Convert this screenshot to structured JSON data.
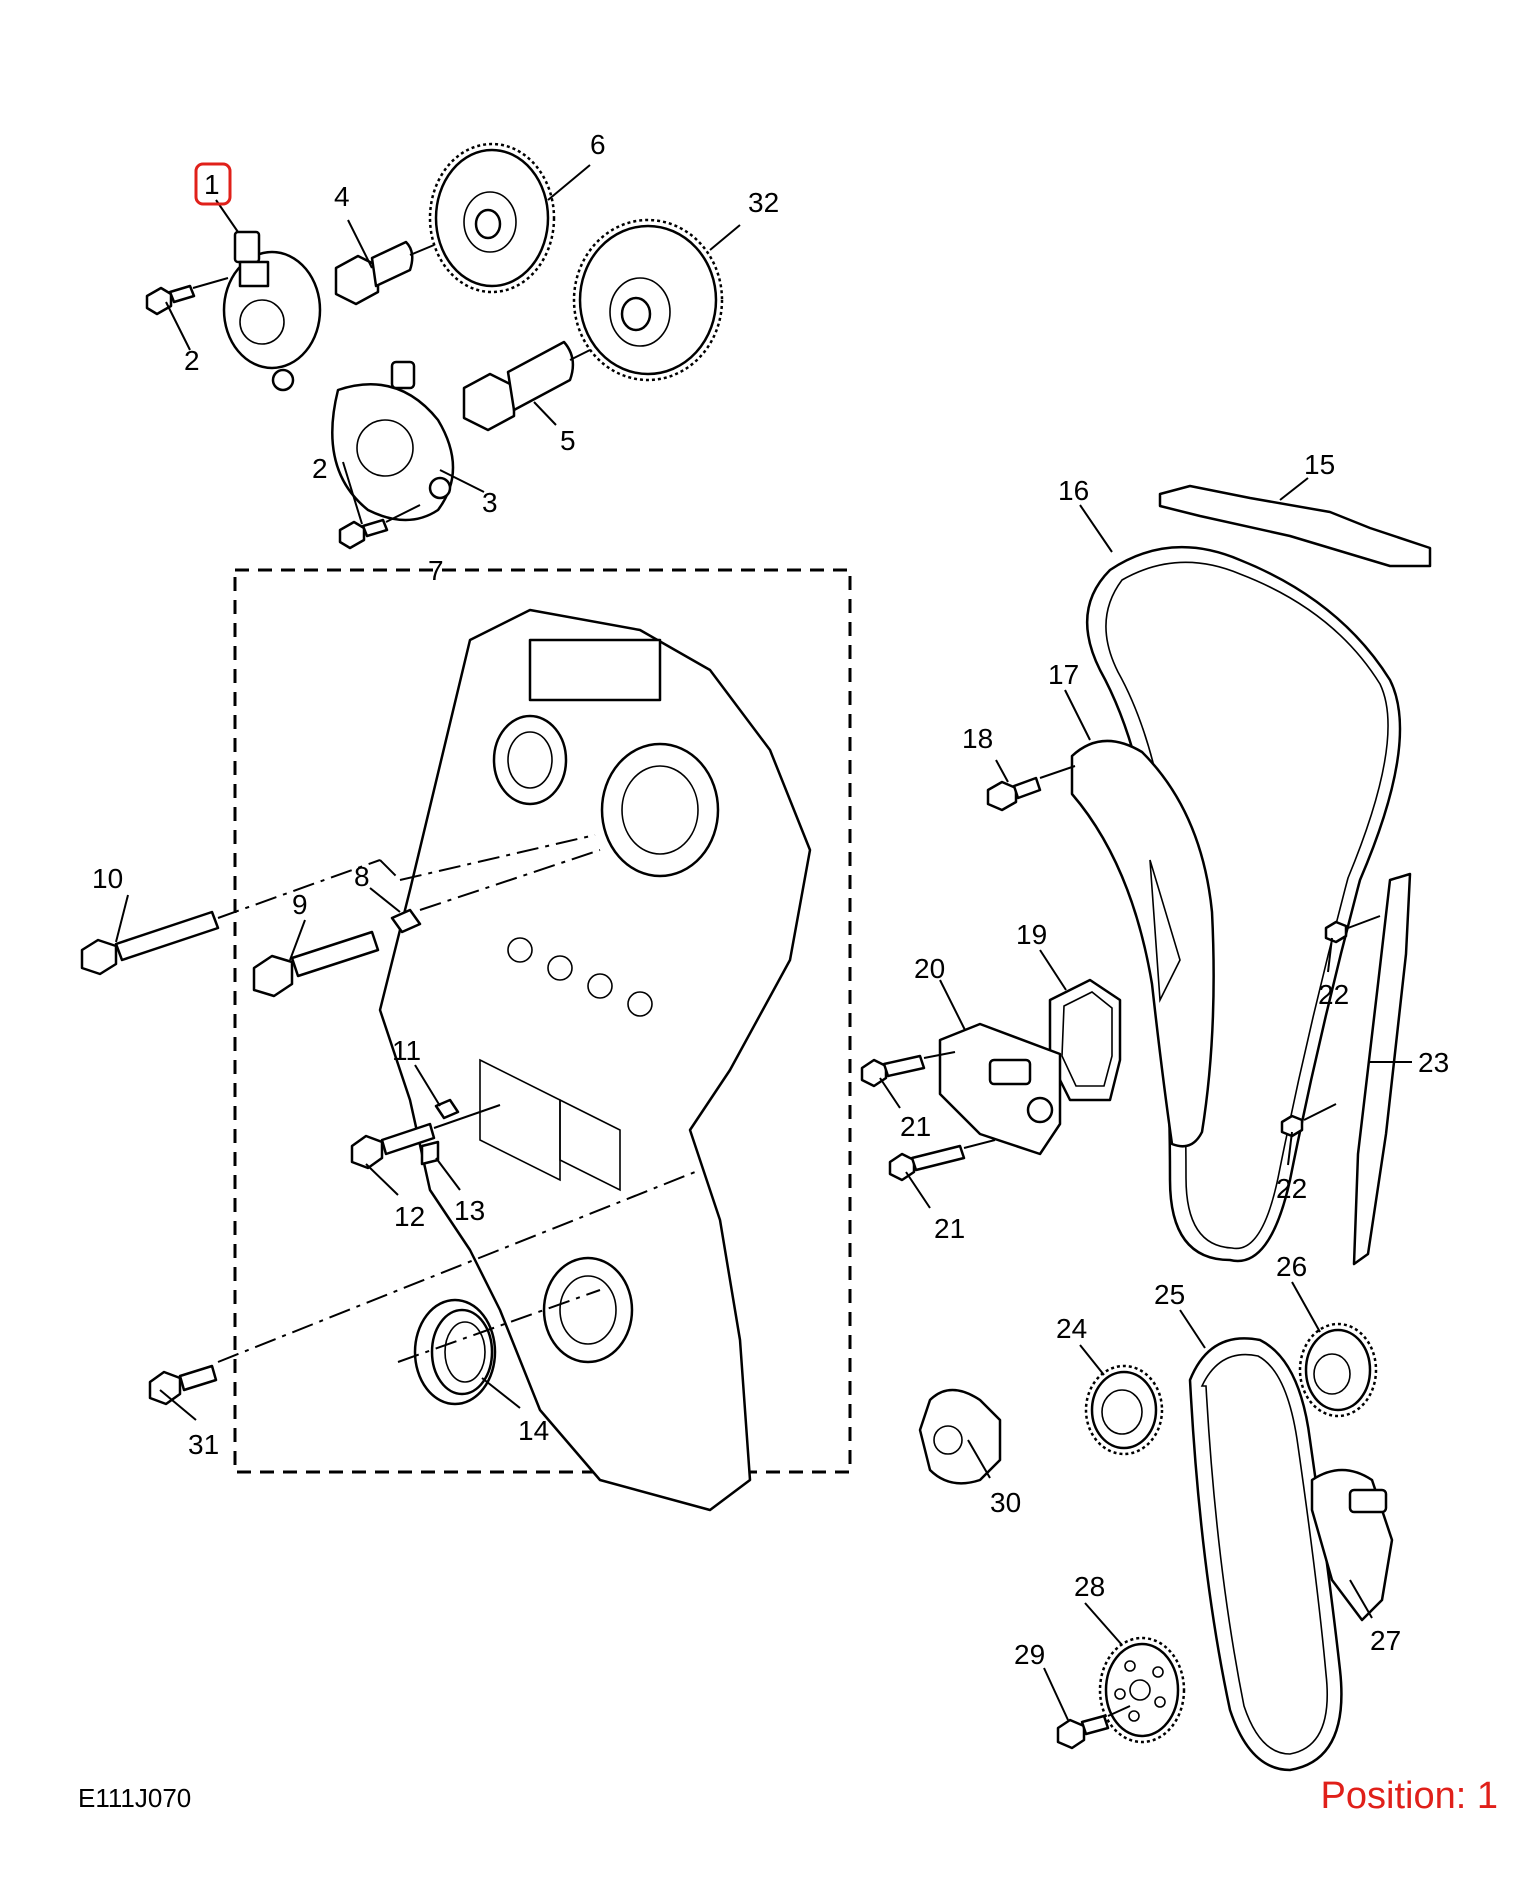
{
  "diagram": {
    "code": "E111J070",
    "position_label": "Position: 1",
    "highlight_color": "#e0201a",
    "line_color": "#000000",
    "labels": [
      "1",
      "2",
      "2",
      "3",
      "4",
      "5",
      "6",
      "7",
      "8",
      "9",
      "10",
      "11",
      "12",
      "13",
      "14",
      "15",
      "16",
      "17",
      "18",
      "19",
      "20",
      "21",
      "21",
      "22",
      "22",
      "23",
      "24",
      "25",
      "26",
      "27",
      "28",
      "29",
      "30",
      "31",
      "32"
    ]
  }
}
